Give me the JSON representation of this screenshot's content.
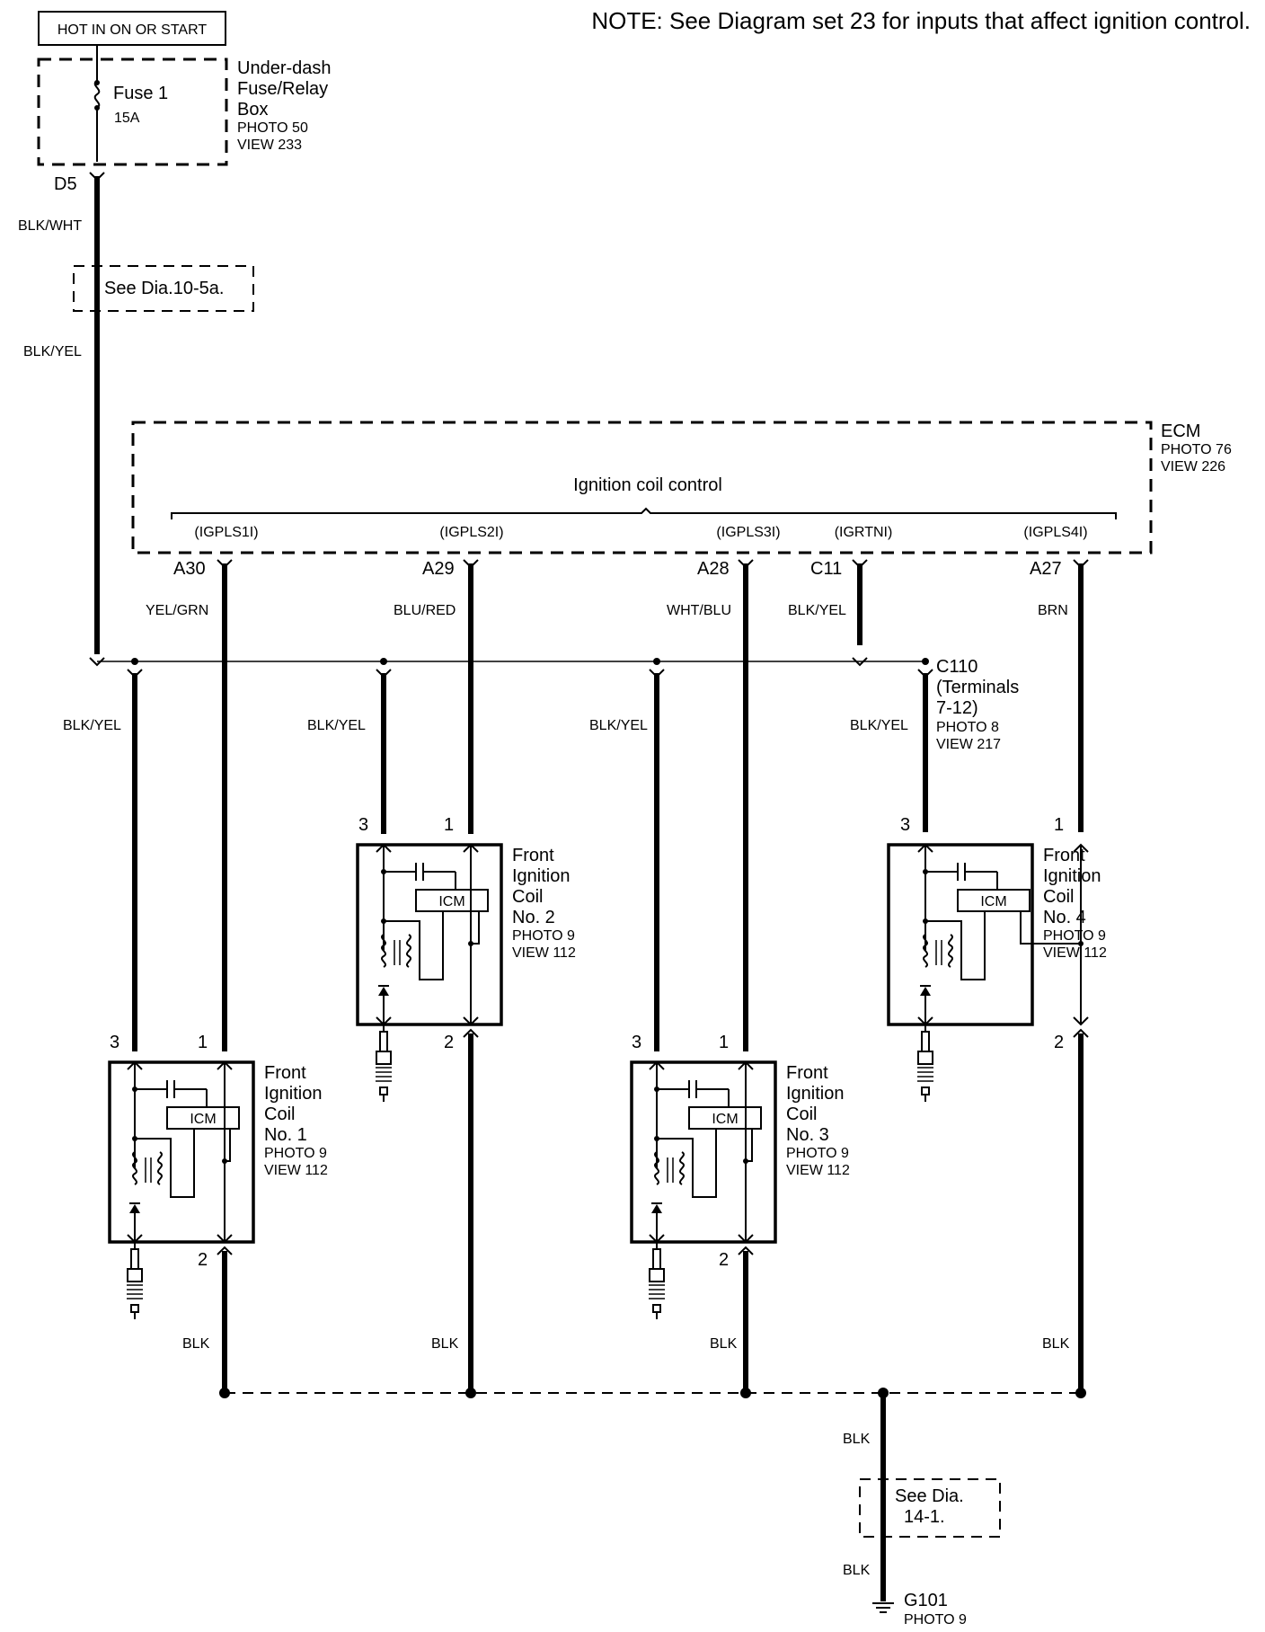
{
  "header": {
    "power_label": "HOT IN ON OR START",
    "note": "NOTE: See Diagram set 23 for inputs that affect ignition control."
  },
  "fuse_box": {
    "fuse_name": "Fuse 1",
    "fuse_rating": "15A",
    "box_line1": "Under-dash",
    "box_line2": "Fuse/Relay",
    "box_line3": "Box",
    "photo": "PHOTO 50",
    "view": "VIEW 233",
    "terminal": "D5"
  },
  "wires": {
    "fuse_out": "BLK/WHT",
    "see_ref": "See  Dia.10-5a.",
    "feed": "BLK/YEL",
    "pin_a30_color": "YEL/GRN",
    "pin_a29_color": "BLU/RED",
    "pin_a28_color": "WHT/BLU",
    "pin_c11_color": "BLK/YEL",
    "pin_a27_color": "BRN",
    "branch_color": "BLK/YEL",
    "ground_color": "BLK"
  },
  "ecm": {
    "name": "ECM",
    "photo": "PHOTO 76",
    "view": "VIEW 226",
    "function": "Ignition coil control",
    "signals": [
      "(IGPLS1I)",
      "(IGPLS2I)",
      "(IGPLS3I)",
      "(IGRTNI)",
      "(IGPLS4I)"
    ],
    "pins": [
      "A30",
      "A29",
      "A28",
      "C11",
      "A27"
    ]
  },
  "connector": {
    "name": "C110",
    "line2": "(Terminals",
    "line3": "7-12)",
    "photo": "PHOTO 8",
    "view": "VIEW 217"
  },
  "coils": [
    {
      "line1": "Front",
      "line2": "Ignition",
      "line3": "Coil",
      "line4": "No. 1",
      "photo": "PHOTO 9",
      "view": "VIEW 112",
      "pin_power": "3",
      "pin_signal": "1",
      "pin_ground": "2",
      "module": "ICM"
    },
    {
      "line1": "Front",
      "line2": "Ignition",
      "line3": "Coil",
      "line4": "No. 2",
      "photo": "PHOTO 9",
      "view": "VIEW 112",
      "pin_power": "3",
      "pin_signal": "1",
      "pin_ground": "2",
      "module": "ICM"
    },
    {
      "line1": "Front",
      "line2": "Ignition",
      "line3": "Coil",
      "line4": "No. 3",
      "photo": "PHOTO 9",
      "view": "VIEW 112",
      "pin_power": "3",
      "pin_signal": "1",
      "pin_ground": "2",
      "module": "ICM"
    },
    {
      "line1": "Front",
      "line2": "Ignition",
      "line3": "Coil",
      "line4": "No. 4",
      "photo": "PHOTO 9",
      "view": "VIEW 112",
      "pin_power": "3",
      "pin_signal": "1",
      "pin_ground": "2",
      "module": "ICM"
    }
  ],
  "ground": {
    "see_line1": "See Dia.",
    "see_line2": "14-1.",
    "name": "G101",
    "photo": "PHOTO 9"
  }
}
